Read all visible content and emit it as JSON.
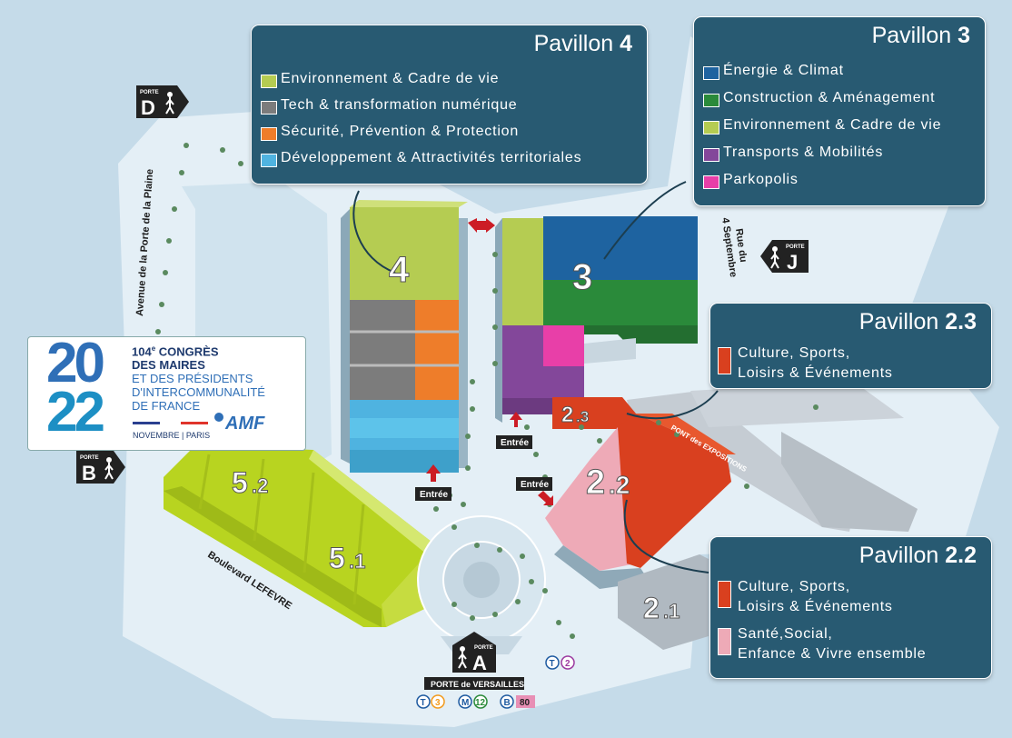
{
  "pavillon4": {
    "title_word": "Pavillon",
    "title_num": "4",
    "items": [
      {
        "label": "Environnement & Cadre de vie",
        "color": "#b5cc52"
      },
      {
        "label": "Tech & transformation numérique",
        "color": "#7c7c7c"
      },
      {
        "label": "Sécurité, Prévention & Protection",
        "color": "#ee7d2a"
      },
      {
        "label": "Développement & Attractivités territoriales",
        "color": "#4fb3e0"
      }
    ]
  },
  "pavillon3": {
    "title_word": "Pavillon",
    "title_num": "3",
    "items": [
      {
        "label": "Énergie & Climat",
        "color": "#1e63a0"
      },
      {
        "label": "Construction & Aménagement",
        "color": "#2a8a3a"
      },
      {
        "label": "Environnement & Cadre de vie",
        "color": "#b5cc52"
      },
      {
        "label": "Transports & Mobilités",
        "color": "#83479a"
      },
      {
        "label": "Parkopolis",
        "color": "#e83fa8"
      }
    ]
  },
  "pavillon23": {
    "title_word": "Pavillon",
    "title_num": "2.3",
    "items": [
      {
        "line1": "Culture, Sports,",
        "line2": "Loisirs & Événements",
        "color": "#d9401f"
      }
    ]
  },
  "pavillon22": {
    "title_word": "Pavillon",
    "title_num": "2.2",
    "items": [
      {
        "line1": "Culture, Sports,",
        "line2": "Loisirs & Événements",
        "color": "#d9401f"
      },
      {
        "line1": "Santé,Social,",
        "line2": "Enfance & Vivre ensemble",
        "color": "#eeaab7"
      }
    ]
  },
  "map": {
    "building_labels": {
      "p4": "4",
      "p3": "3",
      "p23_main": "2",
      "p23_sub": ".3",
      "p22_main": "2",
      "p22_sub": ".2",
      "p21_main": "2",
      "p21_sub": ".1",
      "p52_main": "5",
      "p52_sub": ".2",
      "p51_main": "5",
      "p51_sub": ".1"
    },
    "entrances": [
      "Entrée",
      "Entrée",
      "Entrée"
    ],
    "streets": {
      "avenue": "Avenue de la Porte de la Plaine",
      "boulevard": "Boulevard LEFEVRE",
      "rue_line1": "Rue du",
      "rue_line2": "4 Septembre",
      "pont": "PONT des EXPOSITIONS"
    },
    "gates": {
      "porte_word": "PORTE",
      "d": "D",
      "j": "J",
      "b": "B",
      "a": "A",
      "versailles": "PORTE de VERSAILLES"
    },
    "transit": {
      "tram": "T",
      "tram_line_a": "3",
      "tram_line_b": "2",
      "metro": "M",
      "metro_line": "12",
      "bus": "B",
      "bus_line": "80"
    }
  },
  "logo": {
    "year_top": "20",
    "year_bottom": "22",
    "line1": "104",
    "line1_sup": "e",
    "line1_rest": " CONGRÈS",
    "line2": "DES MAIRES",
    "line3": "ET DES PRÉSIDENTS",
    "line4": "D'INTERCOMMUNALITÉ",
    "line5": "DE FRANCE",
    "date": "NOVEMBRE | PARIS",
    "brand": "AMF"
  }
}
